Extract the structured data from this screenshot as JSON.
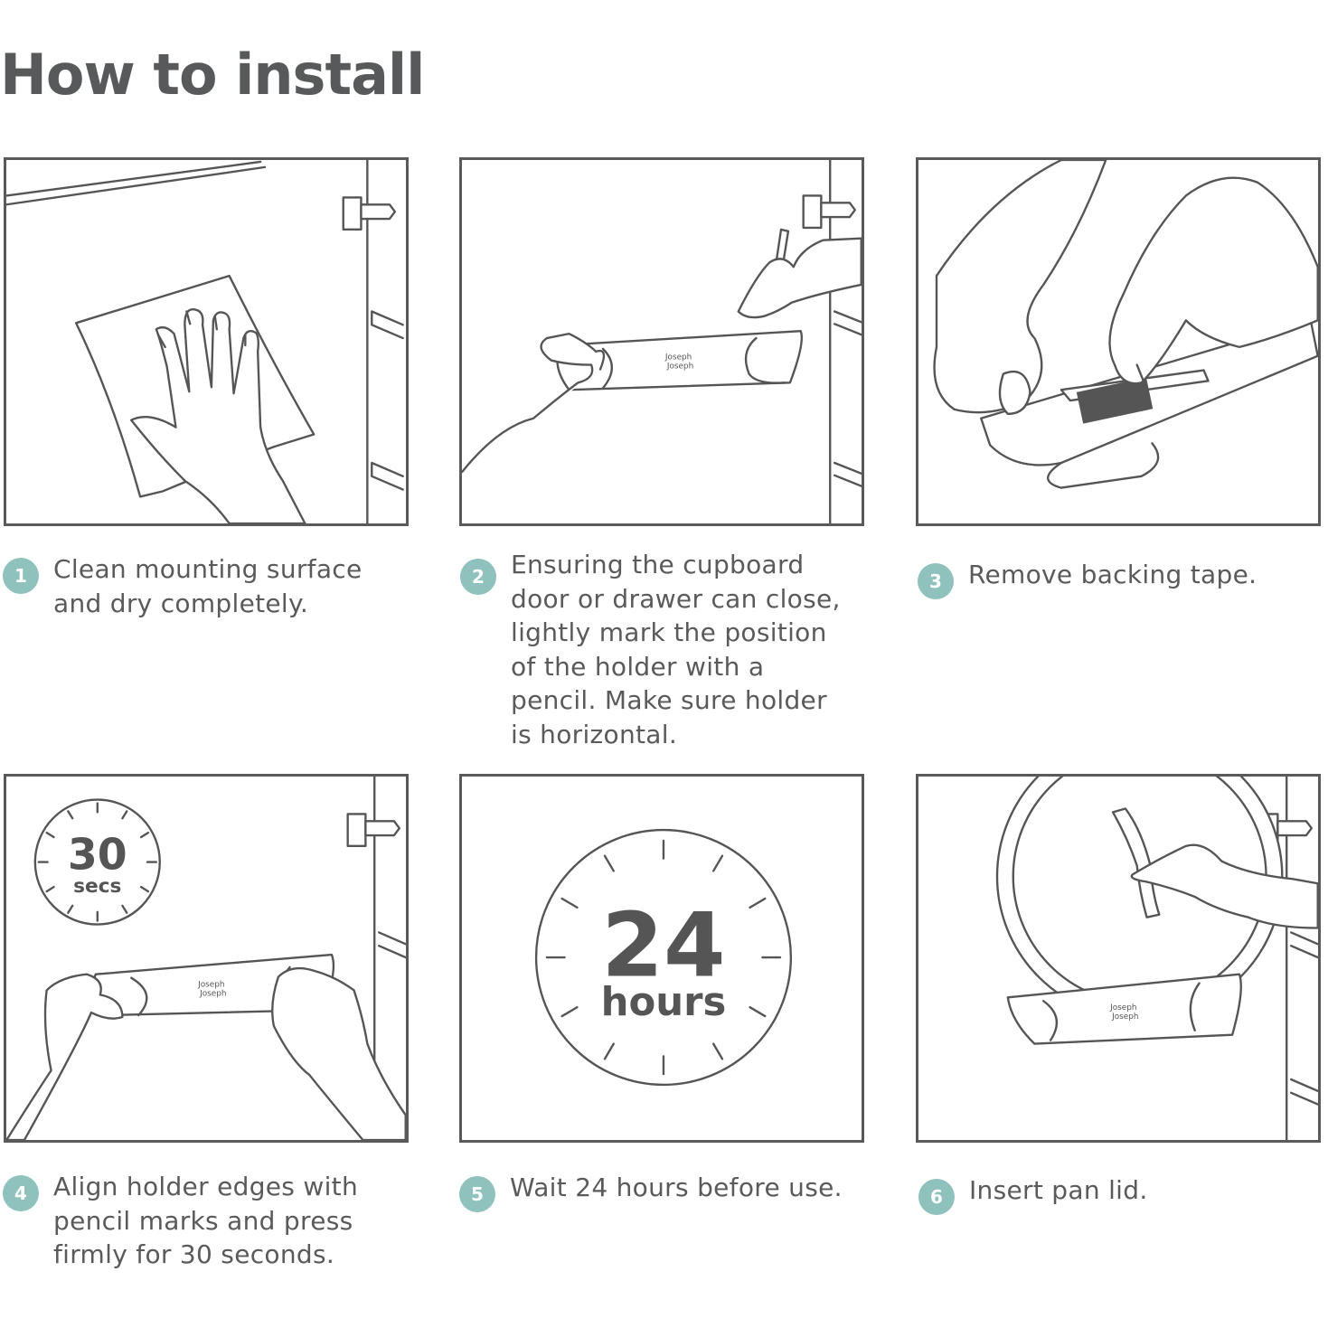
{
  "title": "How to install",
  "steps": [
    {
      "number": "1",
      "text": "Clean mounting surface\nand dry completely."
    },
    {
      "number": "2",
      "text": "Ensuring the cupboard\ndoor or drawer can close,\nlightly mark the position\nof the holder with a\npencil. Make sure holder\nis horizontal."
    },
    {
      "number": "3",
      "text": "Remove backing tape."
    },
    {
      "number": "4",
      "text": "Align holder edges with\npencil marks and press\nfirmly for 30 seconds."
    },
    {
      "number": "5",
      "text": "Wait 24 hours before use."
    },
    {
      "number": "6",
      "text": "Insert pan lid."
    }
  ],
  "timer_30": {
    "value": "30",
    "unit": "secs"
  },
  "timer_24": {
    "value": "24",
    "unit": "hours"
  },
  "brand_logo": {
    "line1": "Joseph",
    "line2": "Joseph"
  },
  "colors": {
    "badge": "#8fc2bd",
    "line": "#5a5a5a",
    "title": "#58595b"
  }
}
